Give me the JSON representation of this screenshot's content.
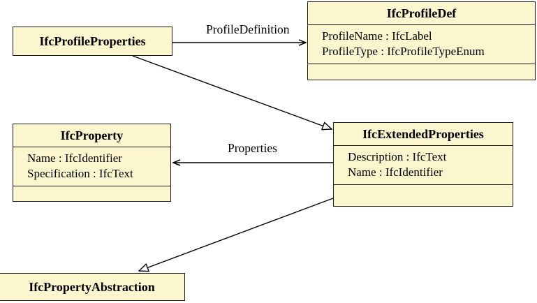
{
  "diagram": {
    "type": "uml-class-diagram",
    "colors": {
      "box_fill": "#FBF6CE",
      "box_border": "#1c1c1c",
      "line": "#000000",
      "background": "#ffffff"
    },
    "classes": {
      "profile_properties": {
        "title": "IfcProfileProperties",
        "attributes": []
      },
      "profile_def": {
        "title": "IfcProfileDef",
        "attributes": [
          "ProfileName : IfcLabel",
          "ProfileType : IfcProfileTypeEnum"
        ]
      },
      "property": {
        "title": "IfcProperty",
        "attributes": [
          "Name : IfcIdentifier",
          "Specification : IfcText"
        ]
      },
      "extended_properties": {
        "title": "IfcExtendedProperties",
        "attributes": [
          "Description : IfcText",
          "Name : IfcIdentifier"
        ]
      },
      "property_abstraction": {
        "title": "IfcPropertyAbstraction",
        "attributes": []
      }
    },
    "relations": {
      "profile_definition": {
        "label": "ProfileDefinition",
        "type": "association",
        "from": "IfcProfileProperties",
        "to": "IfcProfileDef"
      },
      "properties": {
        "label": "Properties",
        "type": "association",
        "from": "IfcExtendedProperties",
        "to": "IfcProperty"
      },
      "generalization_extended": {
        "label": "",
        "type": "generalization",
        "from": "IfcProfileProperties",
        "to": "IfcExtendedProperties"
      },
      "generalization_abstraction": {
        "label": "",
        "type": "generalization",
        "from": "IfcExtendedProperties",
        "to": "IfcPropertyAbstraction"
      }
    }
  }
}
